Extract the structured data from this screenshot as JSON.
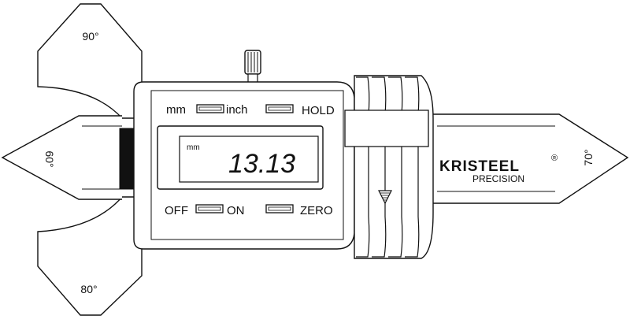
{
  "gauge": {
    "angles": {
      "top": "90°",
      "bottom": "80°",
      "left": "60°",
      "right": "70°"
    },
    "buttons": {
      "mm_inch": {
        "left_label": "mm",
        "right_label": "inch"
      },
      "hold": {
        "label": "HOLD"
      },
      "off_on": {
        "left_label": "OFF",
        "right_label": "ON"
      },
      "zero": {
        "label": "ZERO"
      }
    },
    "display": {
      "unit": "mm",
      "value": "13.13"
    },
    "brand": {
      "name": "KRISTEEL",
      "registered": "®",
      "tagline": "PRECISION"
    }
  }
}
